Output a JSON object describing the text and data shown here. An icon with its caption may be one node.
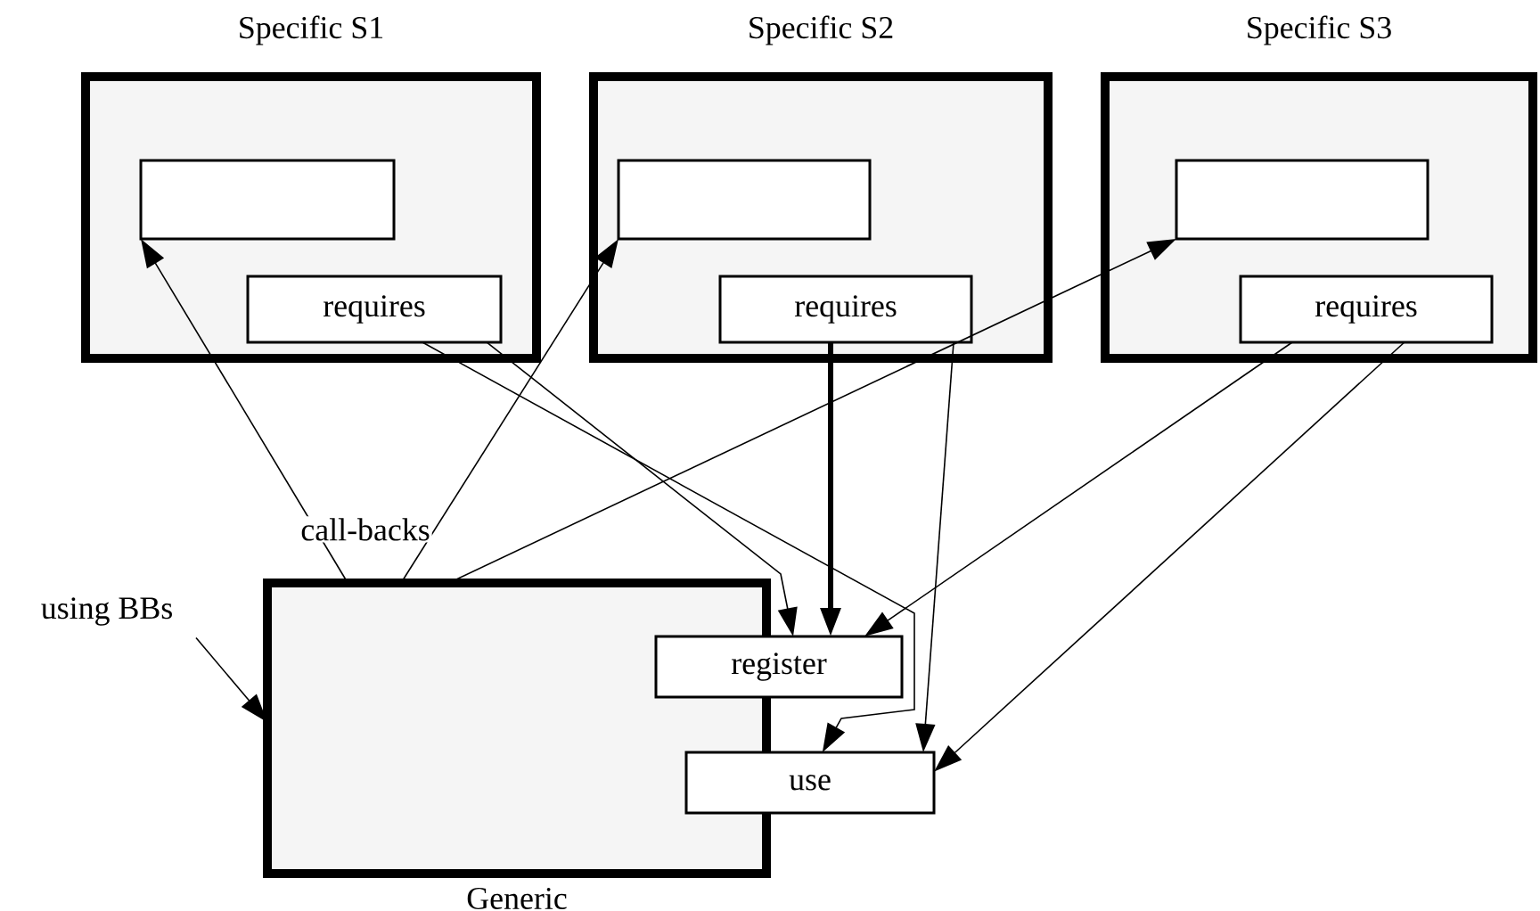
{
  "diagram": {
    "nodes": [
      {
        "text": [
          "Specific S1"
        ]
      },
      {
        "text": [],
        "shape": "box",
        "in": 0
      },
      {
        "text": [
          "requires"
        ],
        "in": 0
      },
      {
        "text": [
          "Specific S2"
        ]
      },
      {
        "text": [],
        "shape": "box",
        "in": 3
      },
      {
        "text": [
          "requires"
        ],
        "in": 3
      },
      {
        "text": [
          "Specific S3"
        ]
      },
      {
        "text": [],
        "shape": "box",
        "in": 6
      },
      {
        "text": [
          "requires"
        ],
        "in": 6
      },
      {
        "text": [
          "using BBs"
        ]
      },
      {
        "text": [
          "Generic"
        ]
      },
      {
        "text": [
          "register"
        ]
      },
      {
        "text": [
          "use"
        ]
      }
    ],
    "edges": [
      {
        "from": 10,
        "to": 1,
        "arrow": "to"
      },
      {
        "from": 10,
        "to": 4,
        "arrow": "to"
      },
      {
        "from": 10,
        "to": 7,
        "arrow": "to"
      },
      {
        "from": 2,
        "to": 11,
        "arrow": "to"
      },
      {
        "from": 2,
        "to": 12,
        "arrow": "to"
      },
      {
        "from": 5,
        "to": 11,
        "arrow": "to",
        "style": "thick"
      },
      {
        "from": 5,
        "to": 12,
        "arrow": "to"
      },
      {
        "from": 8,
        "to": 11,
        "arrow": "to"
      },
      {
        "from": 8,
        "to": 12,
        "arrow": "to"
      },
      {
        "from": 9,
        "to": 10,
        "arrow": "to"
      }
    ],
    "labels": [
      "call-backs"
    ]
  }
}
